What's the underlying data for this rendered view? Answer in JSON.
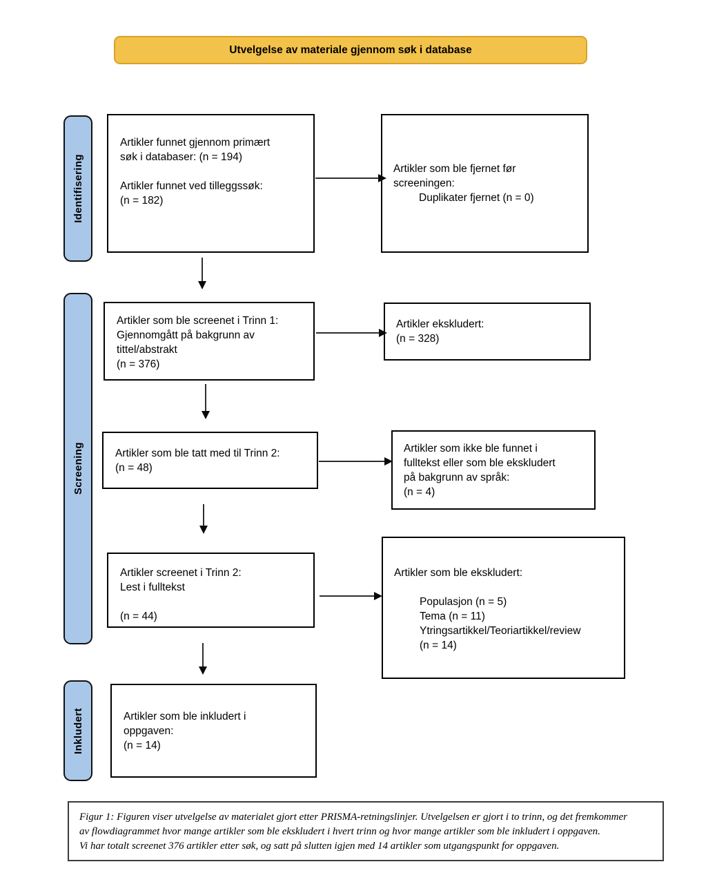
{
  "title": "Utvelgelse av materiale gjennom søk i database",
  "colors": {
    "banner-fill": "#F3C24A",
    "banner-border": "#D9A227",
    "stage-fill": "#A9C7E8",
    "line-color": "#2e2e2e"
  },
  "stages": {
    "identifisering": "Identifisering",
    "screening": "Screening",
    "inkludert": "Inkludert"
  },
  "boxes": {
    "primary_search": {
      "lines": [
        "Artikler funnet gjennom primært",
        "søk i databaser: (n = 194)",
        "",
        "Artikler funnet ved tilleggssøk:",
        "(n = 182)"
      ]
    },
    "removed_before_screening": {
      "lines": [
        "Artikler som ble fjernet før",
        "screeningen:",
        "Duplikater fjernet (n = 0)"
      ]
    },
    "screened_trinn1": {
      "lines": [
        "Artikler som ble screenet i Trinn 1:",
        "Gjennomgått på bakgrunn av",
        "tittel/abstrakt",
        "(n = 376)"
      ]
    },
    "excluded_trinn1": {
      "lines": [
        "Artikler ekskludert:",
        "(n = 328)"
      ]
    },
    "taken_to_trinn2": {
      "lines": [
        "Artikler som ble tatt med til Trinn 2:",
        "(n = 48)"
      ]
    },
    "not_found_fulltext": {
      "lines": [
        "Artikler som ikke ble funnet i",
        "fulltekst eller som ble ekskludert",
        "på bakgrunn av språk:",
        "(n = 4)"
      ]
    },
    "screened_trinn2": {
      "lines": [
        "Artikler screenet i Trinn 2:",
        "Lest i fulltekst",
        "",
        "(n = 44)"
      ]
    },
    "excluded_trinn2": {
      "lines": [
        "Artikler som ble ekskludert:",
        "",
        "Populasjon (n = 5)",
        "Tema (n = 11)",
        "Ytringsartikkel/Teoriartikkel/review",
        "(n = 14)"
      ]
    },
    "included": {
      "lines": [
        "Artikler som ble inkludert i",
        "oppgaven:",
        "(n = 14)"
      ]
    }
  },
  "caption": {
    "lines": [
      "Figur 1: Figuren viser utvelgelse av materialet gjort etter PRISMA-retningslinjer. Utvelgelsen er gjort i to trinn, og det fremkommer",
      "av flowdiagrammet hvor mange artikler som ble ekskludert i hvert trinn og hvor mange artikler som ble inkludert i oppgaven.",
      "Vi har totalt screenet 376 artikler etter søk, og satt på slutten igjen med 14 artikler som utgangspunkt for oppgaven."
    ]
  }
}
